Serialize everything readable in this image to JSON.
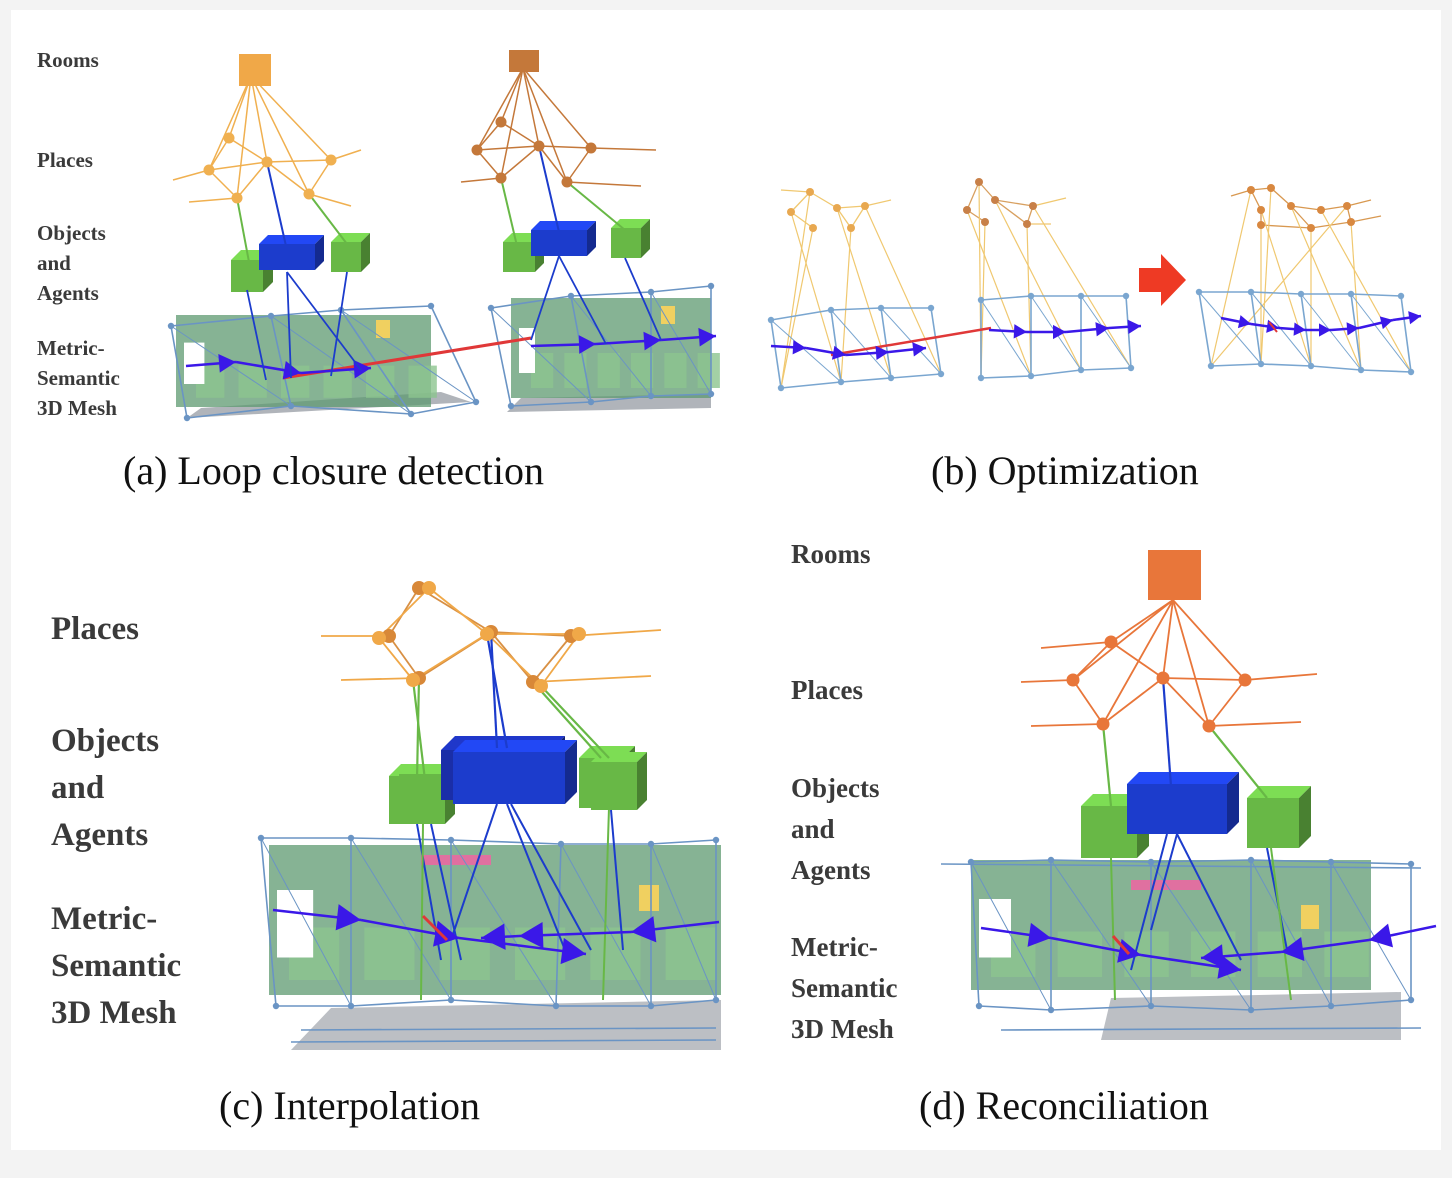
{
  "panels": {
    "a": {
      "caption": "(a) Loop closure detection",
      "labels": {
        "rooms": "Rooms",
        "places": "Places",
        "objects": "Objects\nand\nAgents",
        "mesh": "Metric-\nSemantic\n3D Mesh"
      }
    },
    "b": {
      "caption": "(b) Optimization"
    },
    "c": {
      "caption": "(c) Interpolation",
      "labels": {
        "places": "Places",
        "objects": "Objects\nand\nAgents",
        "mesh": "Metric-\nSemantic\n3D Mesh"
      }
    },
    "d": {
      "caption": "(d) Reconciliation",
      "labels": {
        "rooms": "Rooms",
        "places": "Places",
        "objects": "Objects\nand\nAgents",
        "mesh": "Metric-\nSemantic\n3D Mesh"
      }
    }
  },
  "colors": {
    "rooms": "#f0a848",
    "rooms_dark": "#c4783a",
    "rooms_merged": "#e8763a",
    "places": "#f0b050",
    "objects": "#68b846",
    "object_blue": "#1c3ccc",
    "agent_arrow": "#3a18e8",
    "loop_closure": "#e03838",
    "mesh_edges": "#6a94c4",
    "mesh_fill": "#5e9a70",
    "step_arrow": "#ee3a24"
  }
}
